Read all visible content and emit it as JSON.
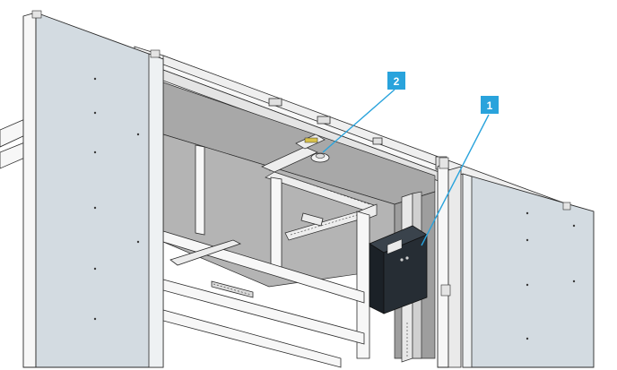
{
  "colors": {
    "panel_fill": "#d3dbe1",
    "frame_fill": "#f7f7f7",
    "outline": "#2b2b2b",
    "interior_floor": "#a4a4a4",
    "interior_wall": "#b6b6b6",
    "control_box": "#1b2127",
    "control_box_front": "#262d34",
    "callout_fill": "#29a3dc",
    "leader_line": "#29a3dc"
  },
  "callouts": [
    {
      "id": "callout-1",
      "label": "1",
      "target": "control-box"
    },
    {
      "id": "callout-2",
      "label": "2",
      "target": "ceiling-sensor"
    }
  ]
}
